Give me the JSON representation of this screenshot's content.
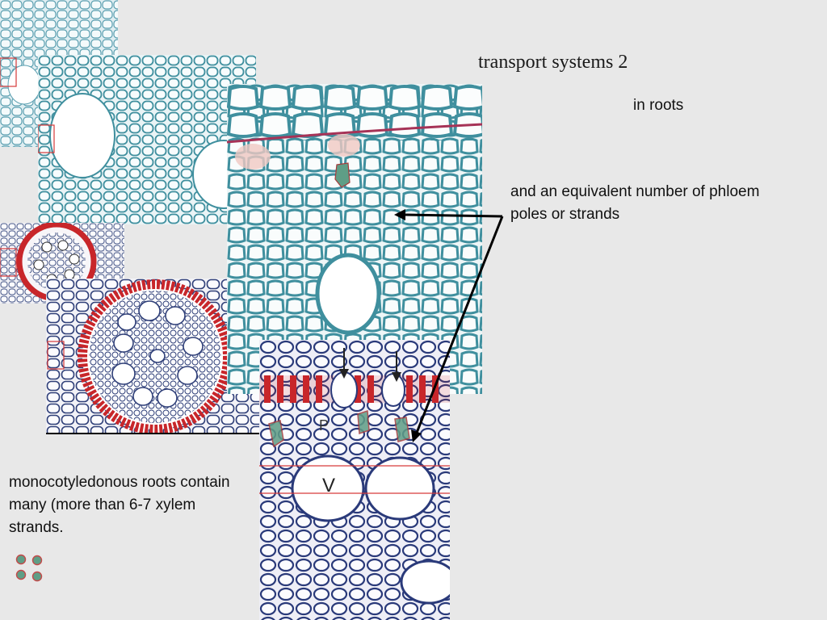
{
  "slide": {
    "title": "transport systems 2",
    "subtitle": "in roots",
    "phloem_note": "and an equivalent number of phloem poles or strands",
    "mono_note": "monocotyledonous roots contain many (more than 6-7 xylem strands."
  },
  "micrographs": [
    {
      "name": "root-section-top-thumbnail"
    },
    {
      "name": "root-section-vascular-cylinder"
    },
    {
      "name": "root-section-phloem-closeup"
    },
    {
      "name": "root-section-small-thumbnail"
    },
    {
      "name": "monocot-root-cross-section"
    },
    {
      "name": "root-section-labelled-p-v",
      "labels": [
        "P",
        "V"
      ]
    }
  ],
  "colors": {
    "background": "#e8e8e8",
    "cell_wall": "#3f8f9e",
    "endodermis_red": "#c8262a",
    "highlight_box": "#d63a3a",
    "arrow": "#000000",
    "legend_dot_fill": "#5f9e86"
  },
  "legend": {
    "dots": 4
  }
}
